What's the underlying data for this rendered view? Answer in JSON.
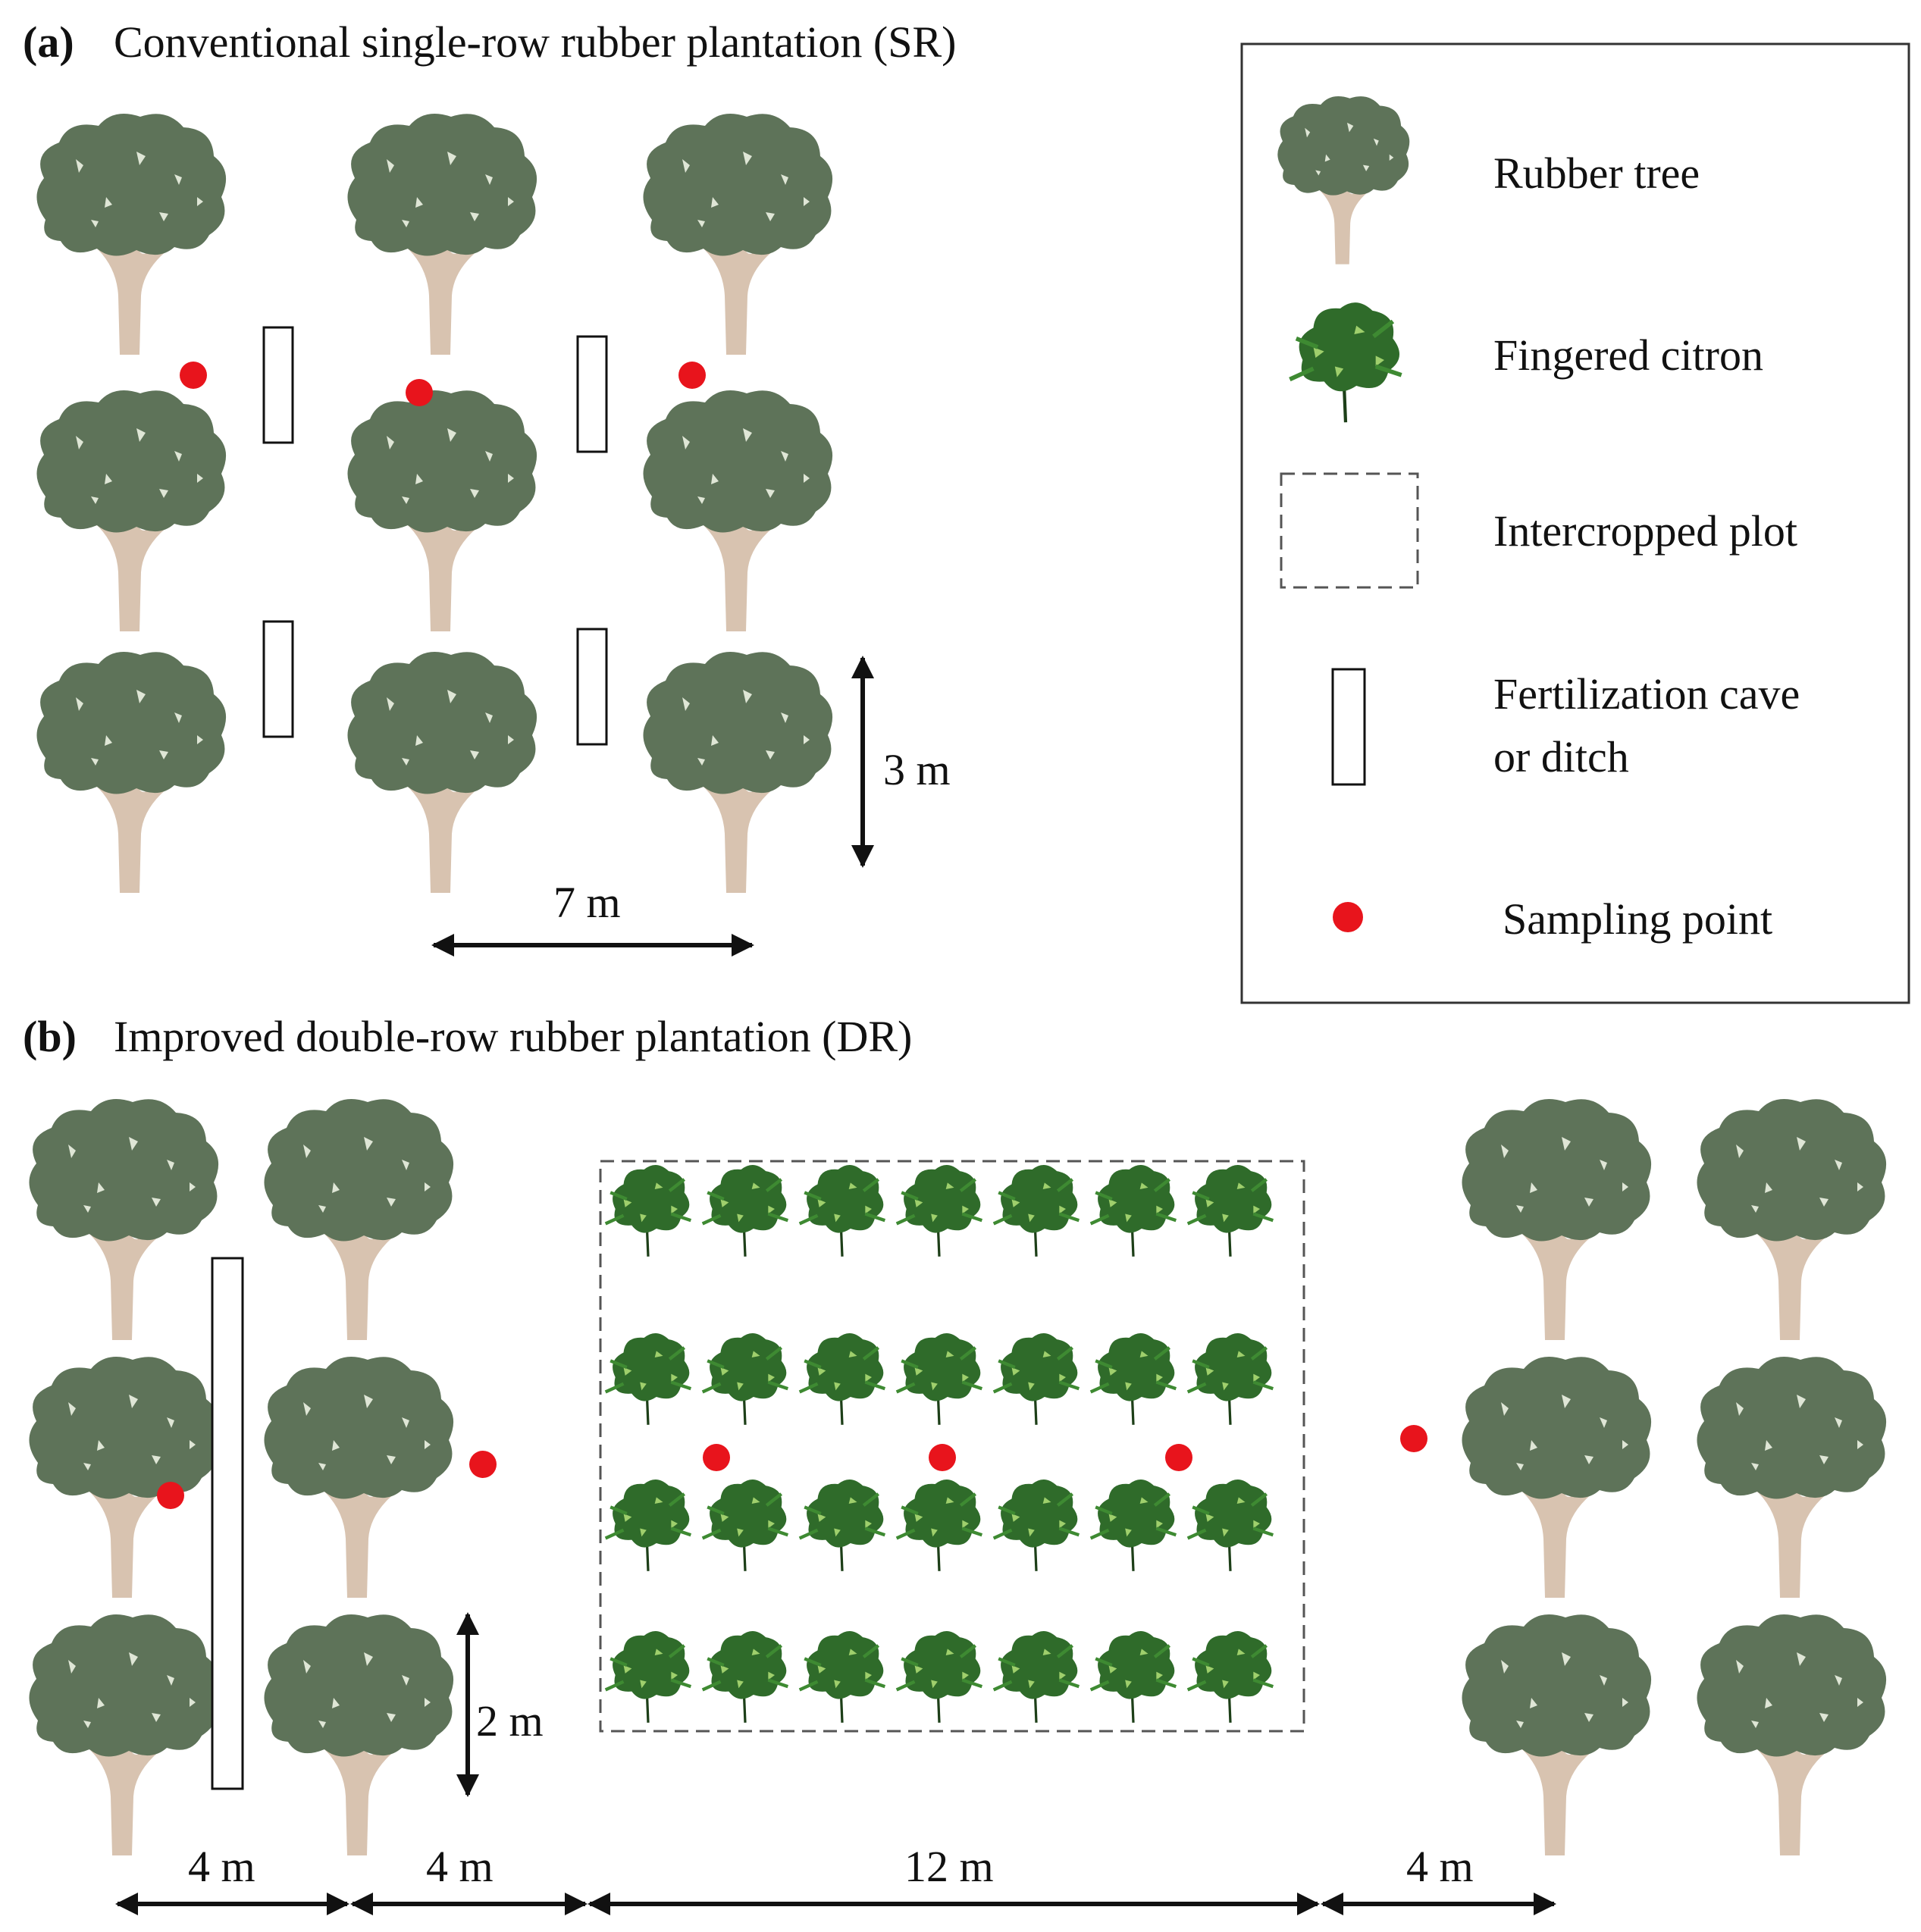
{
  "panel_a": {
    "letter": "(a)",
    "title": "Conventional single-row rubber plantation (SR)",
    "dim_vertical": "3 m",
    "dim_horizontal": "7 m"
  },
  "panel_b": {
    "letter": "(b)",
    "title": "Improved double-row rubber plantation (DR)",
    "dim_vertical": "2 m",
    "dim_segments": [
      "4 m",
      "4 m",
      "12 m",
      "4 m"
    ]
  },
  "legend": {
    "rubber_tree": "Rubber tree",
    "fingered_citron": "Fingered citron",
    "intercropped_plot": "Intercropped plot",
    "fertilization_line1": "Fertilization cave",
    "fertilization_line2": "or ditch",
    "sampling_point": "Sampling point"
  },
  "colors": {
    "tree_canopy": "#5e7359",
    "tree_trunk": "#d8c3b0",
    "citron": "#2f6b2a",
    "sampling_point": "#e8141c",
    "line": "#111111",
    "dashed_box": "#555555"
  }
}
